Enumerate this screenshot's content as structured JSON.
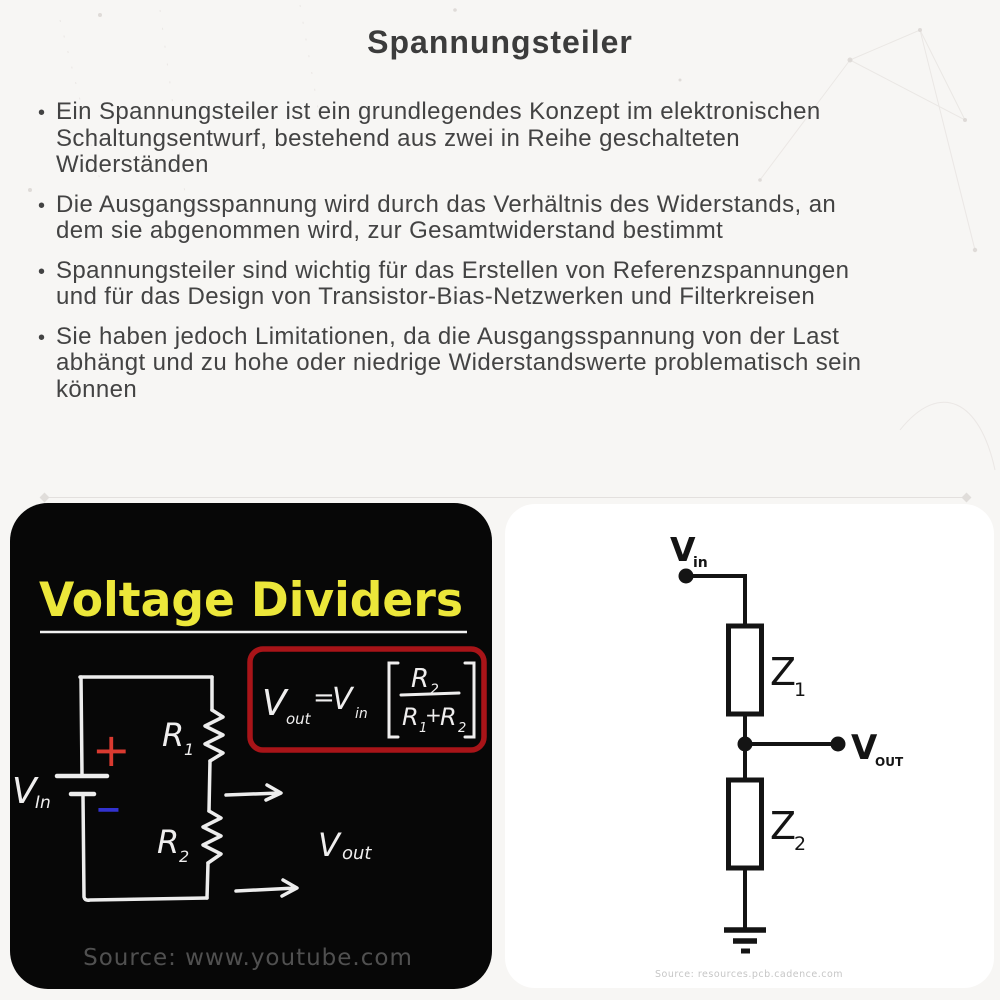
{
  "page": {
    "title": "Spannungsteiler",
    "bullet_char": "•",
    "bullets": [
      "Ein Spannungsteiler ist ein grundlegendes Konzept im elektronischen Schaltungsentwurf, bestehend aus zwei in Reihe geschalteten Widerständen",
      "Die Ausgangsspannung wird durch das Verhältnis des Widerstands, an dem sie abgenommen wird, zur Gesamtwiderstand bestimmt",
      "Spannungsteiler sind wichtig für das Erstellen von Referenzspannungen und für das Design von Transistor-Bias-Netzwerken und Filterkreisen",
      "Sie haben jedoch Limitationen, da die Ausgangsspannung von der Last abhängt und zu hohe oder niedrige Widerstandswerte problematisch sein können"
    ]
  },
  "blackboard": {
    "title": "Voltage Dividers",
    "source": "Source: www.youtube.com",
    "formula": {
      "v_out_main": "V",
      "v_out_sub": "out",
      "equals": "=",
      "v_in_main": "V",
      "v_in_sub": "in",
      "num_main": "R",
      "num_sub": "2",
      "den_r1": "R",
      "den_r1_sub": "1",
      "den_plus": "+",
      "den_r2": "R",
      "den_r2_sub": "2"
    },
    "circuit": {
      "v_in_main": "V",
      "v_in_sub": "In",
      "plus": "+",
      "minus": "−",
      "r1_main": "R",
      "r1_sub": "1",
      "r2_main": "R",
      "r2_sub": "2",
      "v_out_main": "V",
      "v_out_sub": "out"
    }
  },
  "diagram": {
    "v_in_main": "V",
    "v_in_sub": "in",
    "z1_main": "Z",
    "z1_sub": "1",
    "z2_main": "Z",
    "z2_sub": "2",
    "v_out_main": "V",
    "v_out_sub": "OUT",
    "source": "Source: resources.pcb.cadence.com"
  },
  "colors": {
    "page_background": "#f7f6f4",
    "page_text": "#434343",
    "blackboard_background": "#070707",
    "chalk_yellow": "#ece73a",
    "chalk_white": "#efeeee",
    "formula_box_red": "#a81418",
    "plus_red": "#d93a30",
    "minus_blue": "#3232cf",
    "diagram_ink": "#141414",
    "source_gray": "#c6c6c6"
  }
}
